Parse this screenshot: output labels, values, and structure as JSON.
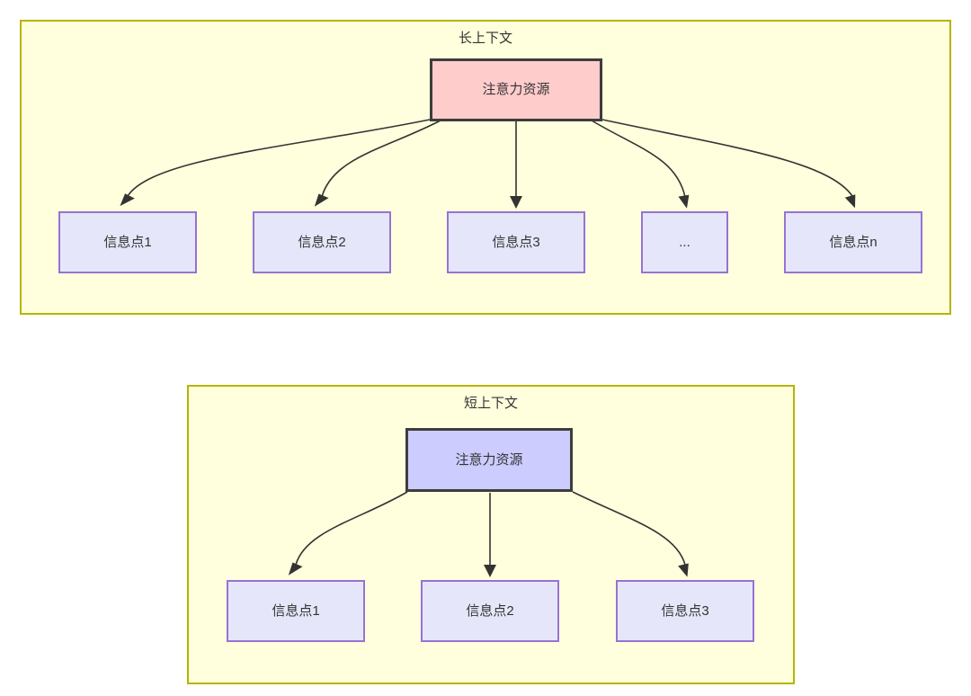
{
  "diagram": {
    "type": "flowchart",
    "panels": [
      {
        "id": "long-context",
        "title": "长上下文",
        "root": {
          "label": "注意力资源",
          "fill": "#ffcccc",
          "stroke": "#3d3d3d"
        },
        "children": [
          {
            "label": "信息点1",
            "fill": "#e6e6fa",
            "stroke": "#9673d3"
          },
          {
            "label": "信息点2",
            "fill": "#e6e6fa",
            "stroke": "#9673d3"
          },
          {
            "label": "信息点3",
            "fill": "#e6e6fa",
            "stroke": "#9673d3"
          },
          {
            "label": "...",
            "fill": "#e6e6fa",
            "stroke": "#9673d3"
          },
          {
            "label": "信息点n",
            "fill": "#e6e6fa",
            "stroke": "#9673d3"
          }
        ],
        "panel_fill": "#ffffdd",
        "panel_stroke": "#b5b500"
      },
      {
        "id": "short-context",
        "title": "短上下文",
        "root": {
          "label": "注意力资源",
          "fill": "#ccccff",
          "stroke": "#3d3d3d"
        },
        "children": [
          {
            "label": "信息点1",
            "fill": "#e6e6fa",
            "stroke": "#9673d3"
          },
          {
            "label": "信息点2",
            "fill": "#e6e6fa",
            "stroke": "#9673d3"
          },
          {
            "label": "信息点3",
            "fill": "#e6e6fa",
            "stroke": "#9673d3"
          }
        ],
        "panel_fill": "#ffffdd",
        "panel_stroke": "#b5b500"
      }
    ],
    "edge_color": "#333333",
    "background": "#ffffff"
  }
}
